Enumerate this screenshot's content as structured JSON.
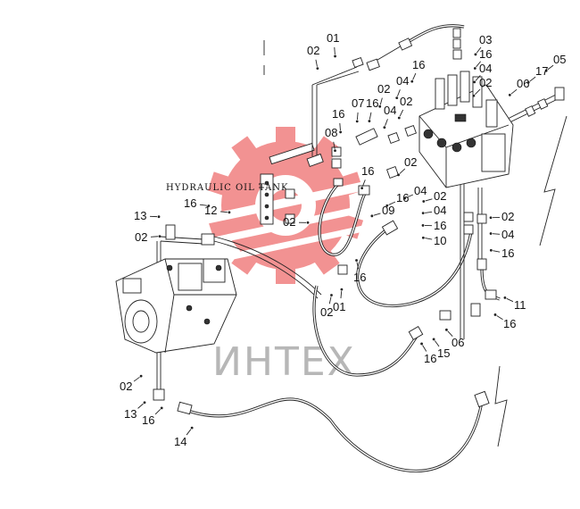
{
  "diagram": {
    "tank_label": "HYDRAULIC OIL TANK",
    "watermark_text": "ИНТЕХ",
    "watermark_color": "#f08080",
    "callouts": [
      {
        "id": "c01a",
        "text": "01"
      },
      {
        "id": "c02a",
        "text": "02"
      },
      {
        "id": "c16a",
        "text": "16"
      },
      {
        "id": "c04a",
        "text": "04"
      },
      {
        "id": "c02b",
        "text": "02"
      },
      {
        "id": "c03",
        "text": "03"
      },
      {
        "id": "c16b",
        "text": "16"
      },
      {
        "id": "c04b",
        "text": "04"
      },
      {
        "id": "c02c",
        "text": "02"
      },
      {
        "id": "c06a",
        "text": "06"
      },
      {
        "id": "c17",
        "text": "17"
      },
      {
        "id": "c05",
        "text": "05"
      },
      {
        "id": "c16c",
        "text": "16"
      },
      {
        "id": "c07",
        "text": "07"
      },
      {
        "id": "c16d",
        "text": "16"
      },
      {
        "id": "c04c",
        "text": "04"
      },
      {
        "id": "c02d",
        "text": "02"
      },
      {
        "id": "c08",
        "text": "08"
      },
      {
        "id": "c16e",
        "text": "16"
      },
      {
        "id": "c02e",
        "text": "02"
      },
      {
        "id": "c04d",
        "text": "04"
      },
      {
        "id": "c16f",
        "text": "16"
      },
      {
        "id": "c09",
        "text": "09"
      },
      {
        "id": "c02f",
        "text": "02"
      },
      {
        "id": "c04e",
        "text": "04"
      },
      {
        "id": "c16g",
        "text": "16"
      },
      {
        "id": "c10",
        "text": "10"
      },
      {
        "id": "c02g",
        "text": "02"
      },
      {
        "id": "c04f",
        "text": "04"
      },
      {
        "id": "c16h",
        "text": "16"
      },
      {
        "id": "c13a",
        "text": "13"
      },
      {
        "id": "c16i",
        "text": "16"
      },
      {
        "id": "c12",
        "text": "12"
      },
      {
        "id": "c02h",
        "text": "02"
      },
      {
        "id": "c02i",
        "text": "02"
      },
      {
        "id": "c16j",
        "text": "16"
      },
      {
        "id": "c11",
        "text": "11"
      },
      {
        "id": "c16k",
        "text": "16"
      },
      {
        "id": "c02j",
        "text": "02"
      },
      {
        "id": "c01b",
        "text": "01"
      },
      {
        "id": "c16l",
        "text": "16"
      },
      {
        "id": "c15",
        "text": "15"
      },
      {
        "id": "c06b",
        "text": "06"
      },
      {
        "id": "c02k",
        "text": "02"
      },
      {
        "id": "c13b",
        "text": "13"
      },
      {
        "id": "c16m",
        "text": "16"
      },
      {
        "id": "c14",
        "text": "14"
      }
    ]
  }
}
